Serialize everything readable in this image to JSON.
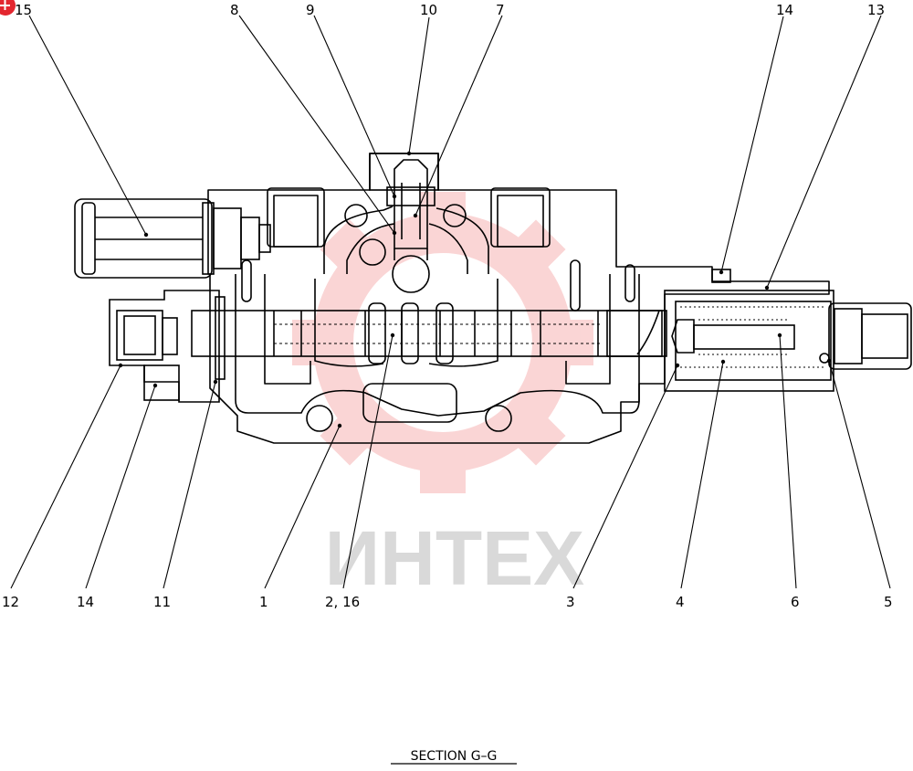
{
  "title": "SECTION  G–G",
  "watermark": {
    "text": "ИНТЕХ",
    "color": "#f6a3a3",
    "text_color": "#d9d9d9"
  },
  "badge": {
    "icon": "plus-icon",
    "color": "#e3262f"
  },
  "callouts": {
    "c15": "15",
    "c8": "8",
    "c9": "9",
    "c10": "10",
    "c7": "7",
    "c14_top": "14",
    "c13": "13",
    "c12": "12",
    "c14_bottom": "14",
    "c11": "11",
    "c1": "1",
    "c2_16": "2, 16",
    "c3": "3",
    "c4": "4",
    "c6": "6",
    "c5": "5"
  }
}
